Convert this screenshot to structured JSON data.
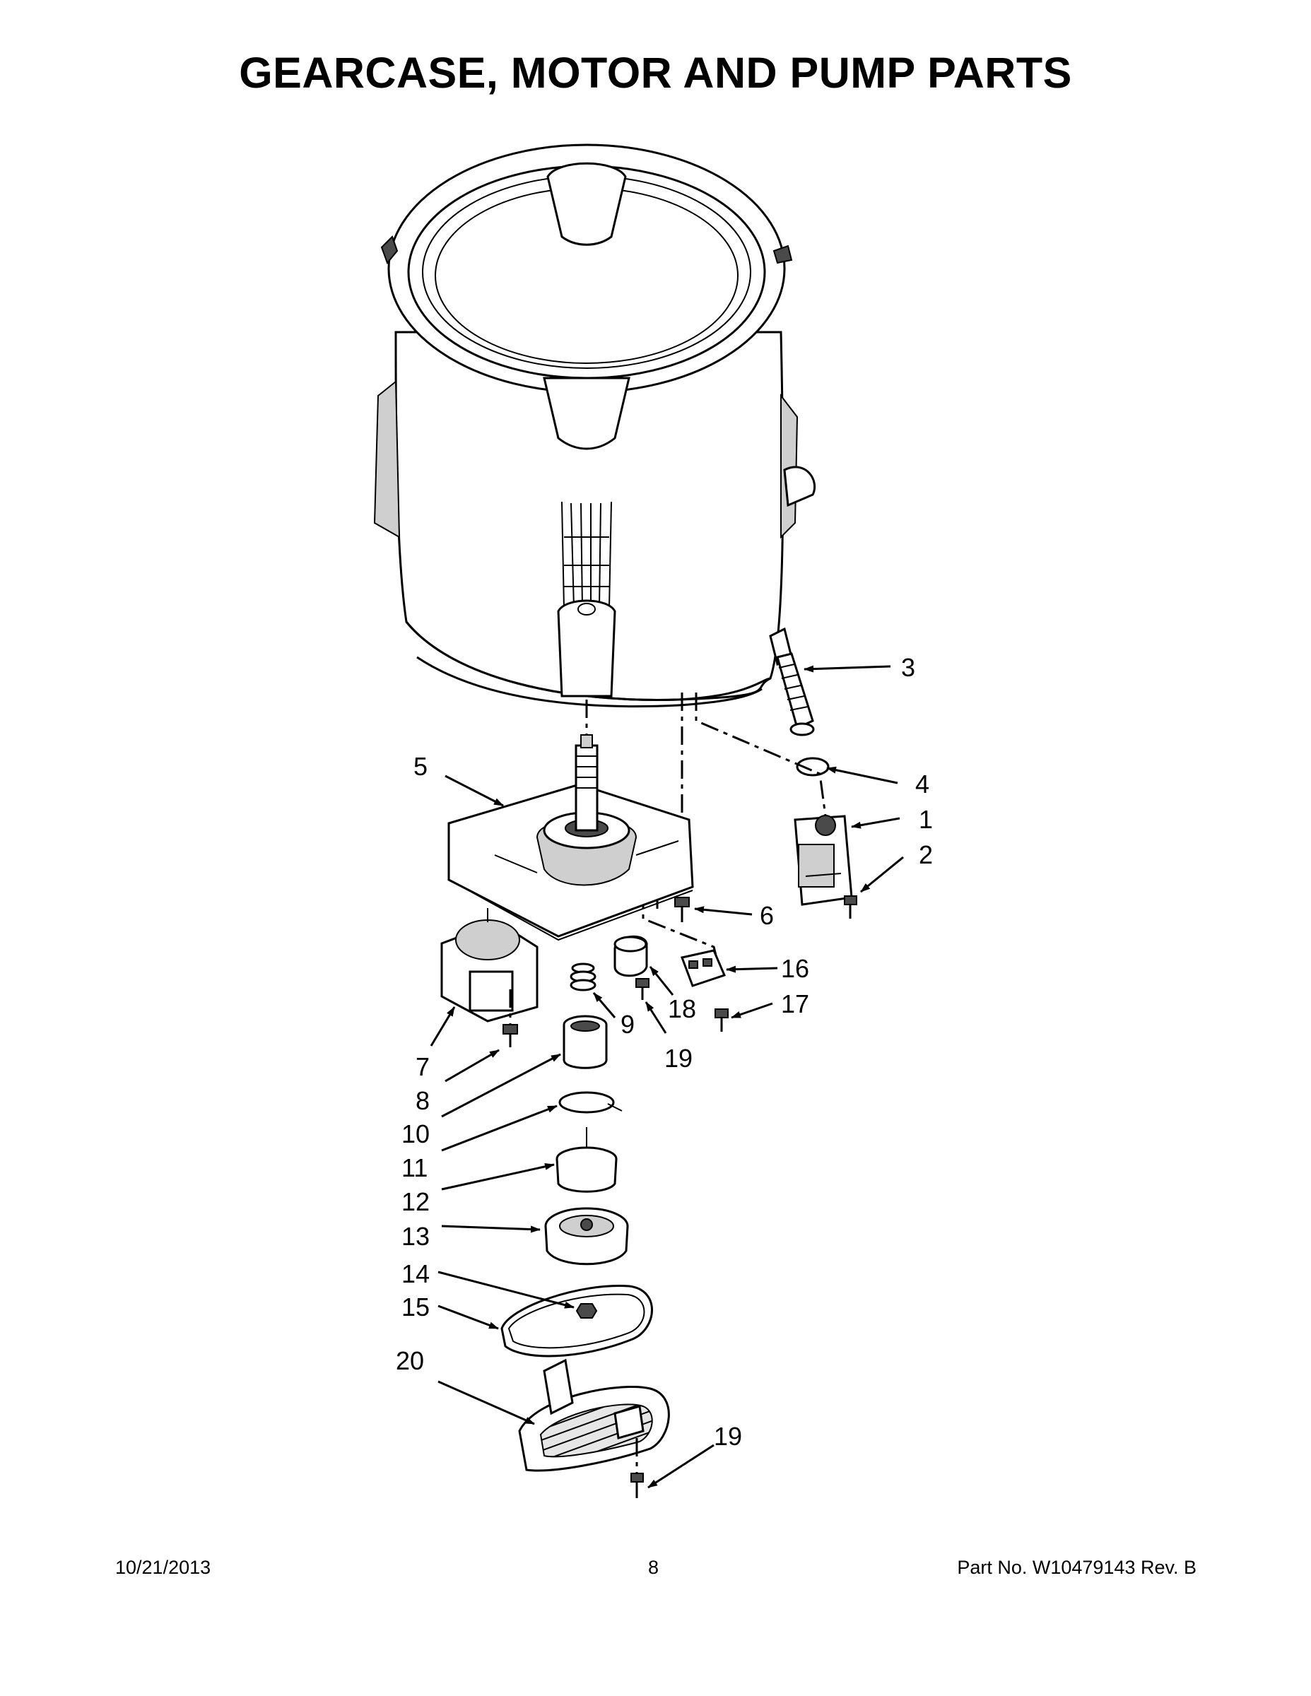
{
  "title": "GEARCASE, MOTOR AND PUMP PARTS",
  "callouts": [
    "1",
    "2",
    "3",
    "4",
    "5",
    "6",
    "7",
    "8",
    "9",
    "10",
    "11",
    "12",
    "13",
    "14",
    "15",
    "16",
    "17",
    "18",
    "19",
    "19",
    "20"
  ],
  "footer": {
    "date": "10/21/2013",
    "page": "8",
    "part": "Part No.  W10479143  Rev.  B"
  }
}
